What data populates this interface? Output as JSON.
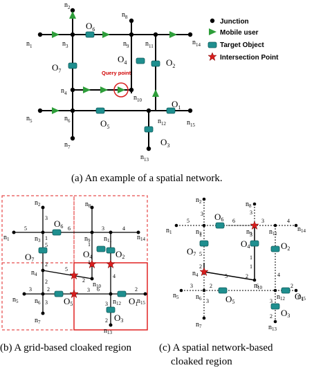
{
  "legend": {
    "junction": "Junction",
    "mobile_user": "Mobile user",
    "target_object": "Target Object",
    "intersection_point": "Intersection Point"
  },
  "query_point_label": "Query point",
  "captions": {
    "a": "(a)  An example of a spatial network.",
    "b": "(b)  A grid-based cloaked region",
    "c_line1": "(c)     A     spatial     network-based",
    "c_line2": "cloaked region"
  },
  "nodes": {
    "n1": "n1",
    "n2": "n2",
    "n3": "n3",
    "n4": "n4",
    "n5": "n5",
    "n6": "n6",
    "n7": "n7",
    "n8": "n8",
    "n9": "n9",
    "n10": "n10",
    "n11": "n11",
    "n12": "n12",
    "n13": "n13",
    "n14": "n14",
    "n15": "n15"
  },
  "objects": {
    "o1": "O1",
    "o2": "O2",
    "o3": "O3",
    "o4": "O4",
    "o5": "O5",
    "o6": "O6",
    "o7": "O7"
  },
  "colors": {
    "arrow_green": "#2e9e3a",
    "target_teal": "#1f8f8f",
    "star_red": "#d81e1e",
    "grid_red": "#e02020"
  }
}
